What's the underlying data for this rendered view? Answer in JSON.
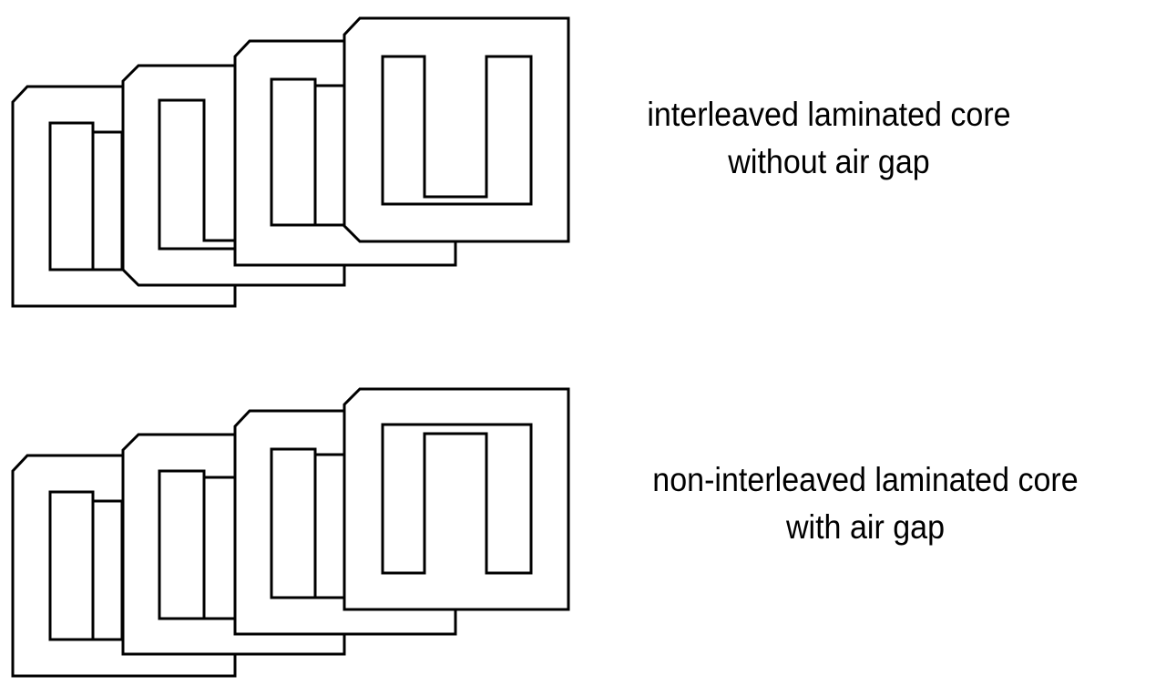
{
  "figure": {
    "top_core": {
      "label_line1": "interleaved laminated core",
      "label_line2": "without air gap",
      "layers": [
        {
          "shape": "E",
          "orientation": "down"
        },
        {
          "shape": "I",
          "orientation": "up"
        },
        {
          "shape": "E",
          "orientation": "down"
        },
        {
          "shape": "E",
          "orientation": "up"
        }
      ]
    },
    "bottom_core": {
      "label_line1": "non-interleaved laminated core",
      "label_line2": "with air gap",
      "layers": [
        {
          "shape": "E",
          "orientation": "down"
        },
        {
          "shape": "E",
          "orientation": "down"
        },
        {
          "shape": "E",
          "orientation": "down"
        },
        {
          "shape": "E",
          "orientation": "down"
        }
      ]
    },
    "colors": {
      "stroke": "#000000",
      "fill": "#ffffff"
    }
  }
}
